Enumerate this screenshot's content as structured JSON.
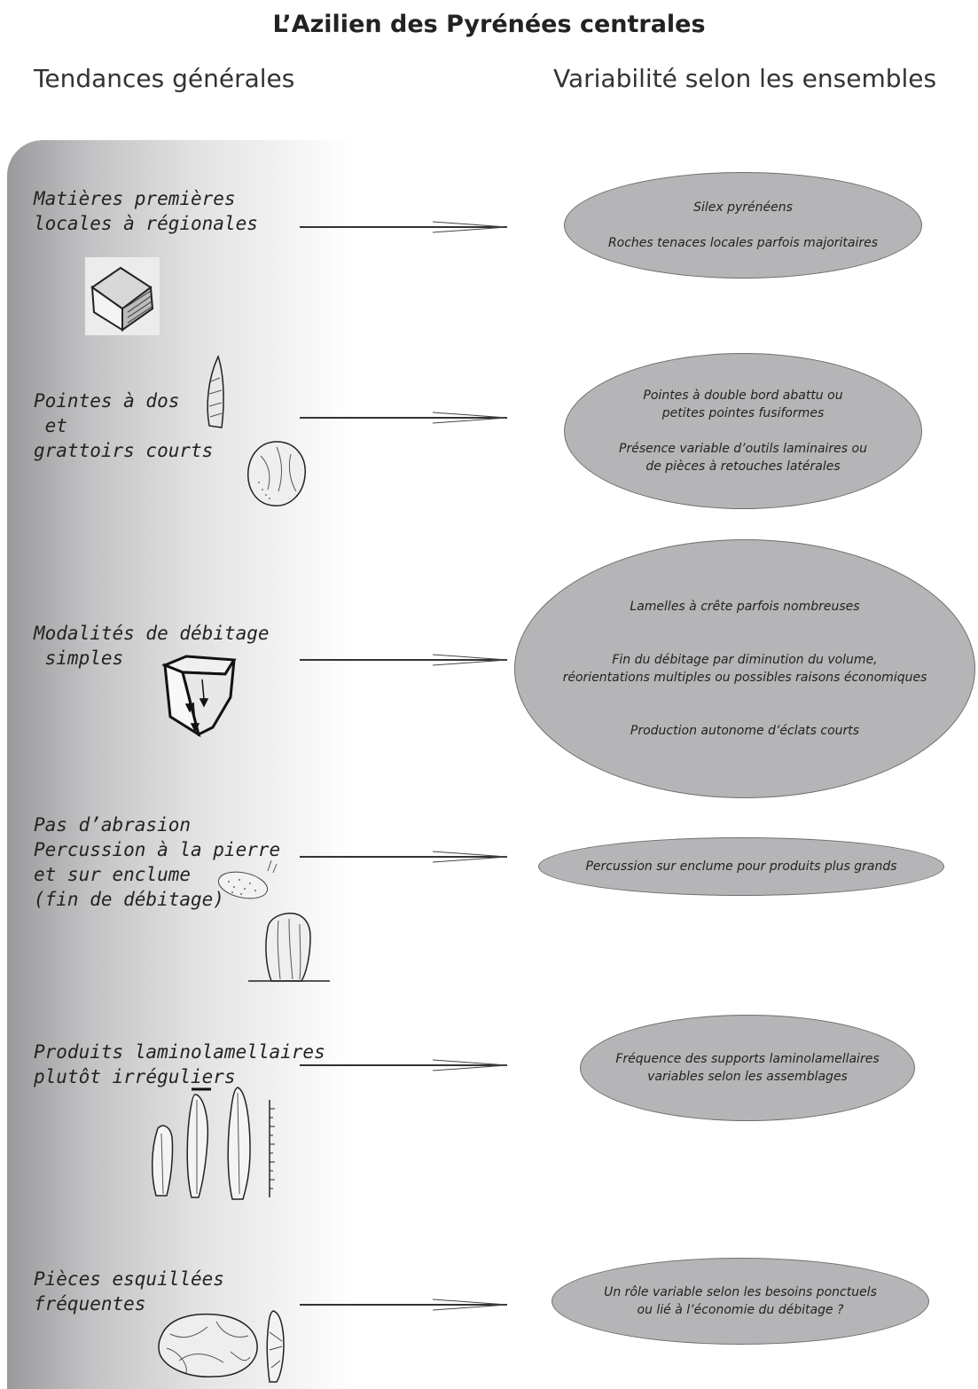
{
  "title": "L’Azilien des Pyrénées centrales",
  "headers": {
    "left": "Tendances générales",
    "right": "Variabilité selon les ensembles"
  },
  "rows": [
    {
      "left": [
        "Matières premières",
        "locales à régionales"
      ],
      "right": [
        [
          "Silex pyrénéens"
        ],
        [
          "Roches tenaces locales parfois majoritaires"
        ]
      ]
    },
    {
      "left": [
        "Pointes à dos",
        " et",
        "grattoirs courts"
      ],
      "right": [
        [
          "Pointes à double bord abattu ou",
          "petites pointes fusiformes"
        ],
        [
          "Présence variable d’outils laminaires ou",
          "de pièces à retouches latérales"
        ]
      ]
    },
    {
      "left": [
        "Modalités de débitage",
        " simples"
      ],
      "right": [
        [
          "Lamelles à crête parfois nombreuses"
        ],
        [
          "Fin du débitage par diminution du volume,",
          "réorientations multiples ou possibles raisons économiques"
        ],
        [
          "Production autonome d’éclats courts"
        ]
      ]
    },
    {
      "left": [
        "Pas d’abrasion",
        "Percussion à la pierre",
        "et sur enclume",
        "(fin de débitage)"
      ],
      "right": [
        [
          "Percussion sur enclume pour produits plus grands"
        ]
      ]
    },
    {
      "left": [
        "Produits laminolamellaires",
        "plutôt irréguliers"
      ],
      "right": [
        [
          "Fréquence des supports laminolamellaires",
          "variables selon les assemblages"
        ]
      ]
    },
    {
      "left": [
        "Pièces esquillées",
        "fréquentes"
      ],
      "right": [
        [
          "Un rôle variable selon les besoins ponctuels",
          "ou lié à l’économie du débitage ?"
        ]
      ]
    }
  ]
}
